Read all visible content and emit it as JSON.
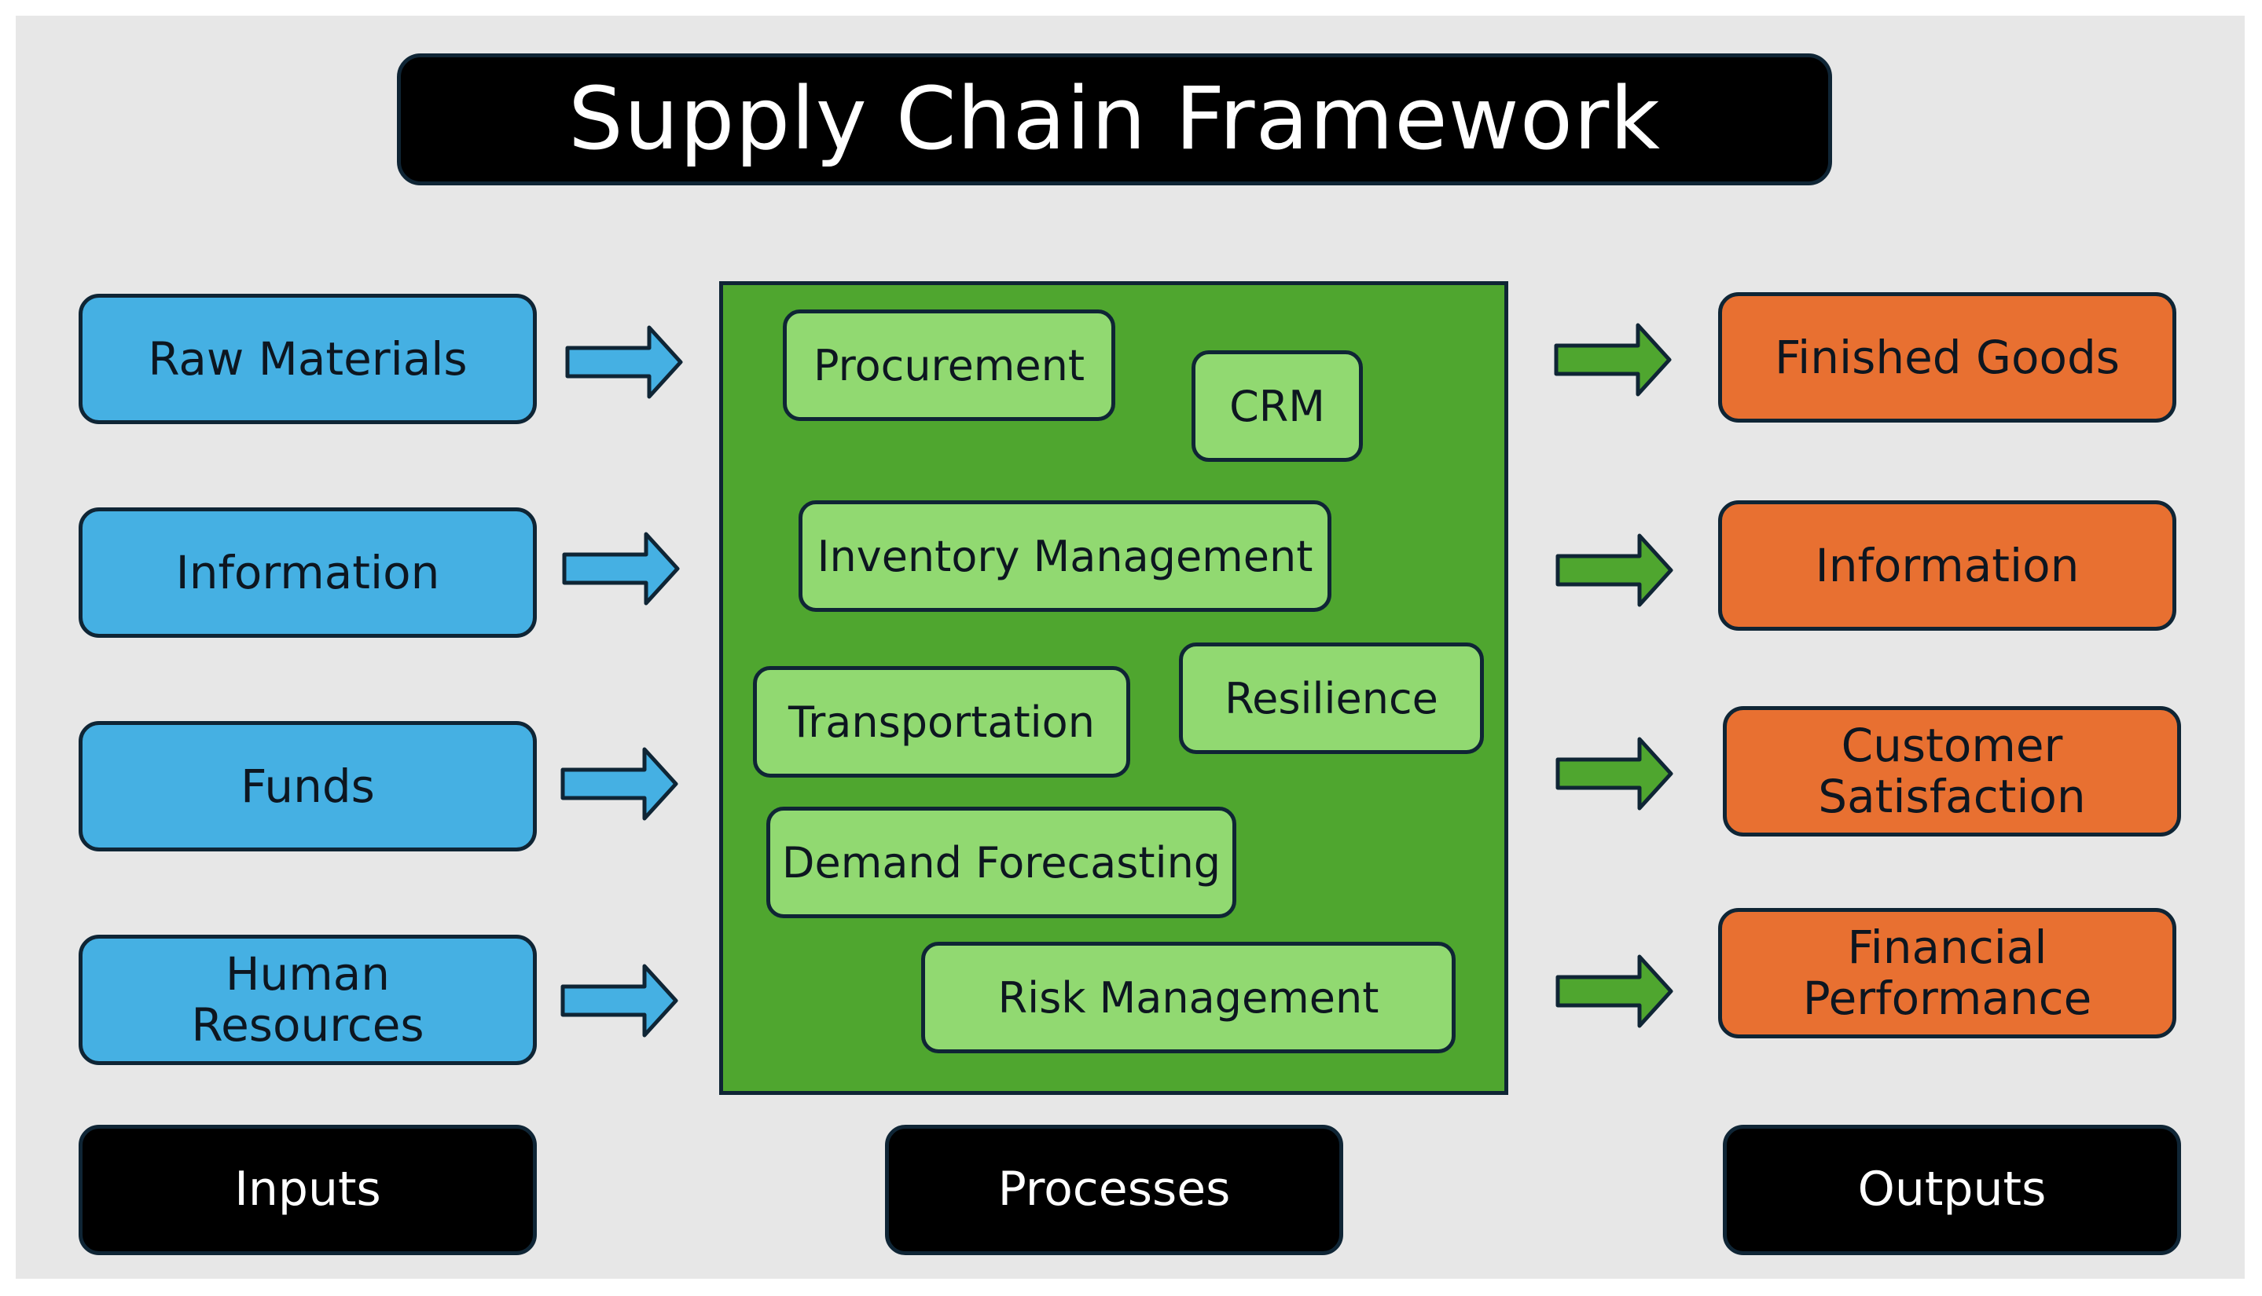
{
  "title": "Supply Chain Framework",
  "colors": {
    "background": "#e7e7e7",
    "input_fill": "#45b0e3",
    "process_panel": "#4fa62f",
    "process_fill": "#91d971",
    "output_fill": "#e87031",
    "label_fill": "#000000",
    "outline": "#0f2535"
  },
  "inputs": [
    "Raw Materials",
    "Information",
    "Funds",
    "Human\nResources"
  ],
  "processes": [
    "Procurement",
    "CRM",
    "Inventory Management",
    "Transportation",
    "Resilience",
    "Demand Forecasting",
    "Risk Management"
  ],
  "outputs": [
    "Finished Goods",
    "Information",
    "Customer\nSatisfaction",
    "Financial\nPerformance"
  ],
  "labels": {
    "inputs": "Inputs",
    "processes": "Processes",
    "outputs": "Outputs"
  },
  "icons": {
    "input_arrow": "right-arrow-icon",
    "output_arrow": "right-arrow-icon"
  }
}
